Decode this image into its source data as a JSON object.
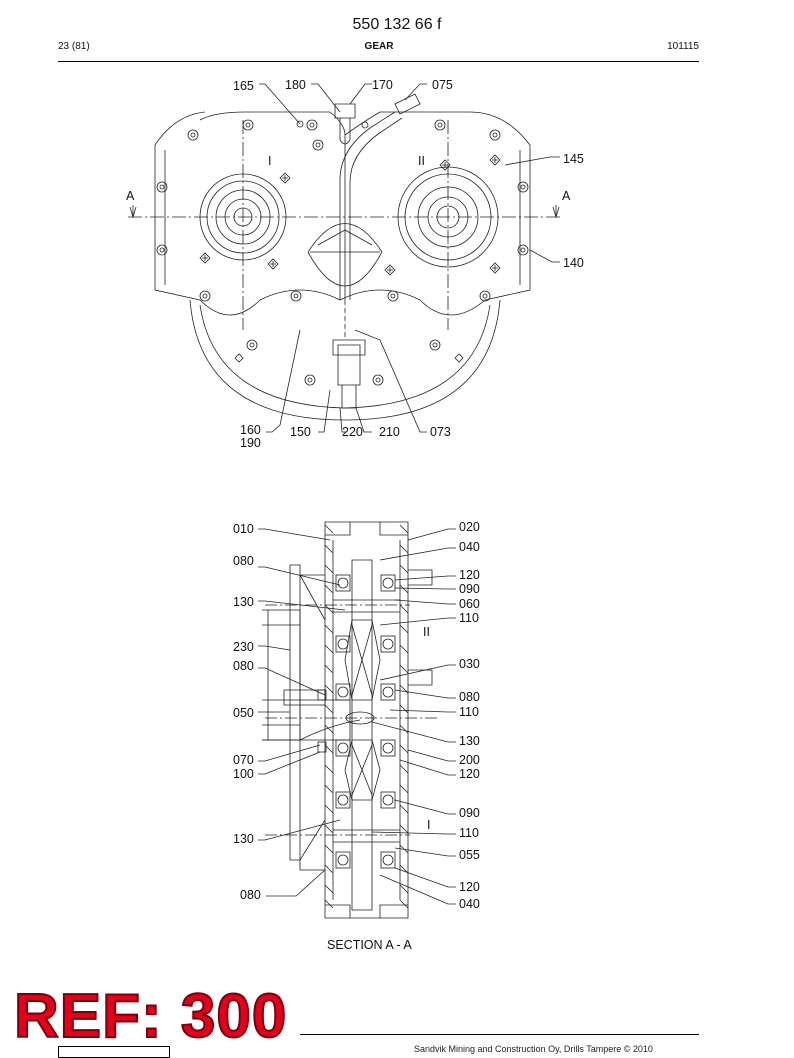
{
  "header": {
    "doc_number": "550 132 66 f",
    "page": "23 (81)",
    "title": "GEAR",
    "code": "101115"
  },
  "top_view": {
    "section_marks": [
      "A",
      "A"
    ],
    "roman_left": "I",
    "roman_right": "II",
    "labels": [
      "165",
      "180",
      "170",
      "075",
      "145",
      "140",
      "160",
      "190",
      "150",
      "220",
      "210",
      "073"
    ]
  },
  "section_view": {
    "caption": "SECTION A - A",
    "roman_top": "II",
    "roman_bottom": "I",
    "labels_left": [
      "010",
      "080",
      "130",
      "230",
      "080",
      "050",
      "070",
      "100",
      "130",
      "080"
    ],
    "labels_right": [
      "020",
      "040",
      "120",
      "090",
      "060",
      "110",
      "030",
      "080",
      "110",
      "130",
      "200",
      "120",
      "090",
      "110",
      "055",
      "120",
      "040"
    ]
  },
  "stamp": {
    "text": "REF: 300",
    "color": "#e3001b"
  },
  "footer": {
    "text": "Sandvik Mining and Construction Oy, Drills Tampere © 2010"
  }
}
